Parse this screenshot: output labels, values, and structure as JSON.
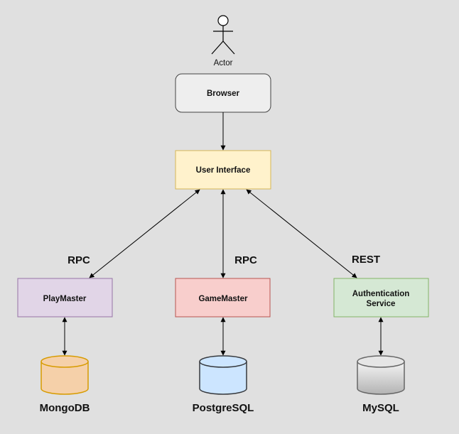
{
  "actor": {
    "label": "Actor"
  },
  "nodes": {
    "browser": {
      "label": "Browser",
      "fill": "#eeeeee",
      "stroke": "#444444"
    },
    "user_interface": {
      "label": "User Interface",
      "fill": "#fff2cc",
      "stroke": "#d6b656"
    },
    "playmaster": {
      "label": "PlayMaster",
      "fill": "#e1d5e7",
      "stroke": "#9673a6"
    },
    "gamemaster": {
      "label": "GameMaster",
      "fill": "#f8cecc",
      "stroke": "#b85450"
    },
    "auth_service": {
      "label_line1": "Authentication",
      "label_line2": "Service",
      "fill": "#d5e8d4",
      "stroke": "#82b366"
    }
  },
  "edges": {
    "rpc_playmaster": "RPC",
    "rpc_gamemaster": "RPC",
    "rest_auth": "REST"
  },
  "databases": {
    "mongodb": {
      "label": "MongoDB",
      "fill": "#f5d0a9",
      "stroke": "#d79b00"
    },
    "postgresql": {
      "label": "PostgreSQL",
      "fill": "#cce5ff",
      "stroke": "#36393d"
    },
    "mysql": {
      "label": "MySQL",
      "fill": "#e6e6e6",
      "stroke": "#666666"
    }
  }
}
